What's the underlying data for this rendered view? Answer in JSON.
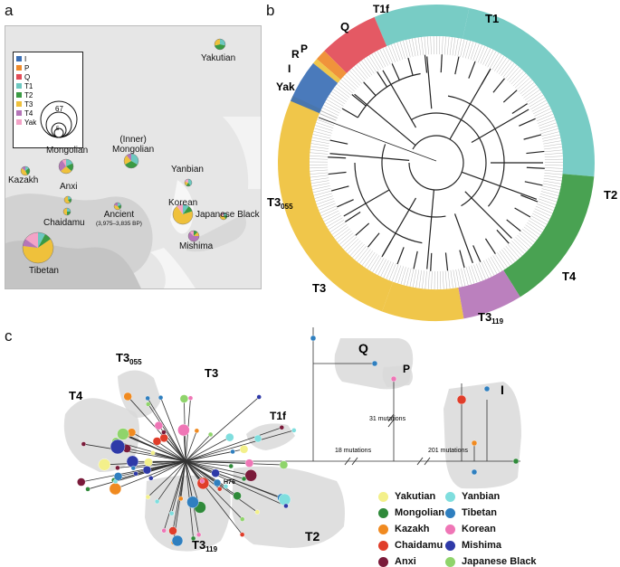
{
  "panels": {
    "a": "a",
    "b": "b",
    "c": "c"
  },
  "map": {
    "legend": [
      {
        "label": "I",
        "color": "#3b6fb5"
      },
      {
        "label": "P",
        "color": "#ef8a2a"
      },
      {
        "label": "Q",
        "color": "#e24b57"
      },
      {
        "label": "T1",
        "color": "#6cc8c0"
      },
      {
        "label": "T2",
        "color": "#3a9a43"
      },
      {
        "label": "T3",
        "color": "#efc13b"
      },
      {
        "label": "T4",
        "color": "#b575b8"
      },
      {
        "label": "Yak",
        "color": "#f3a3c7"
      }
    ],
    "scale_labels": {
      "large": "67",
      "small": "5"
    },
    "populations": {
      "yakutian": "Yakutian",
      "mongolian": "Mongolian",
      "kazakh": "Kazakh",
      "anxi": "Anxi",
      "inner_mongolian_1": "(Inner)",
      "inner_mongolian_2": "Mongolian",
      "yanbian": "Yanbian",
      "korean": "Korean",
      "japanese_black": "Japanese Black",
      "chaidamu": "Chaidamu",
      "ancient": "Ancient",
      "ancient_date": "(3,975–3,835 BP)",
      "mishima": "Mishima",
      "tibetan": "Tibetan"
    }
  },
  "tree": {
    "clades": {
      "yak": "Yak",
      "i": "I",
      "r": "R",
      "p": "P",
      "q": "Q",
      "t1f": "T1f",
      "t1": "T1",
      "t2": "T2",
      "t4": "T4",
      "t3_119": "T3119",
      "t3": "T3",
      "t3_055": "T3055"
    },
    "colors": {
      "t1": "#6cc8c0",
      "t2": "#3a9a43",
      "t4": "#b575b8",
      "t3": "#efc13b",
      "q": "#e24b57",
      "p": "#ef8a2a",
      "r": "#efc13b",
      "i": "#3b6fb5",
      "yak": "#3b6fb5"
    }
  },
  "network": {
    "clusters": {
      "q": "Q",
      "p": "P",
      "i": "I",
      "t4": "T4",
      "t3_055": "T3055",
      "t3": "T3",
      "t1f": "T1f",
      "t2": "T2",
      "t3_119": "T3119",
      "h76": "H76"
    },
    "mutation_labels": {
      "m31": "31 mutations",
      "m18": "18 mutations",
      "m201": "201 mutations"
    },
    "legend": [
      {
        "label": "Yakutian",
        "color": "#f3f08a"
      },
      {
        "label": "Yanbian",
        "color": "#7fdede"
      },
      {
        "label": "Mongolian",
        "color": "#2f8a3a"
      },
      {
        "label": "Tibetan",
        "color": "#2f7fbf"
      },
      {
        "label": "Kazakh",
        "color": "#f08a20"
      },
      {
        "label": "Korean",
        "color": "#ef76b6"
      },
      {
        "label": "Chaidamu",
        "color": "#e03d2a"
      },
      {
        "label": "Mishima",
        "color": "#2f3aa8"
      },
      {
        "label": "Anxi",
        "color": "#7a1b3a"
      },
      {
        "label": "Japanese Black",
        "color": "#8fd46b"
      }
    ]
  }
}
